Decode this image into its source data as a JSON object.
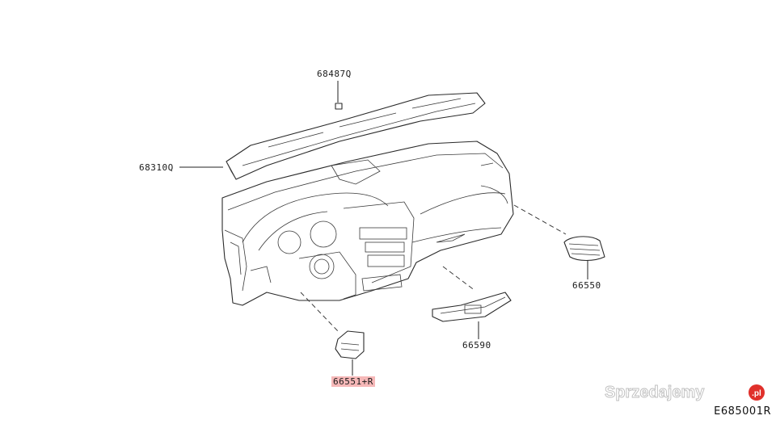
{
  "diagram": {
    "code": "E685001R",
    "parts": [
      {
        "number": "68487Q",
        "highlighted": false
      },
      {
        "number": "68310Q",
        "highlighted": false
      },
      {
        "number": "66550",
        "highlighted": false
      },
      {
        "number": "66590",
        "highlighted": false
      },
      {
        "number": "66551+R",
        "highlighted": true
      }
    ],
    "highlight_color": "#f6b8b8"
  },
  "watermark": {
    "text": "Sprzedajemy",
    "suffix": ".pl",
    "accent_color": "#e0302b"
  }
}
